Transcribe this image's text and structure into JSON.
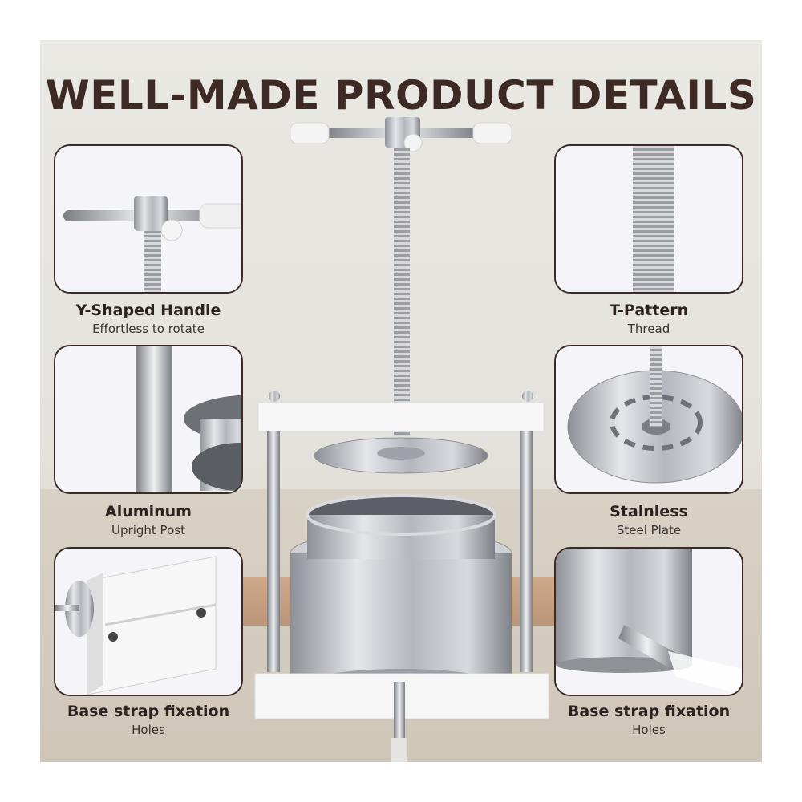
{
  "title": "WELL-MADE PRODUCT DETAILS",
  "features": [
    {
      "title": "Y-Shaped Handle",
      "subtitle": "Effortless to rotate"
    },
    {
      "title": "T-Pattern",
      "subtitle": "Thread"
    },
    {
      "title": "Aluminum",
      "subtitle": "Upright Post"
    },
    {
      "title": "Stalnless",
      "subtitle": "Steel Plate"
    },
    {
      "title": "Base strap fixation",
      "subtitle": "Holes"
    },
    {
      "title": "Base strap fixation",
      "subtitle": "Holes"
    }
  ],
  "colors": {
    "title": "#3d2a24",
    "card_border": "#3b2a27",
    "steel": "#c3c6cc"
  }
}
